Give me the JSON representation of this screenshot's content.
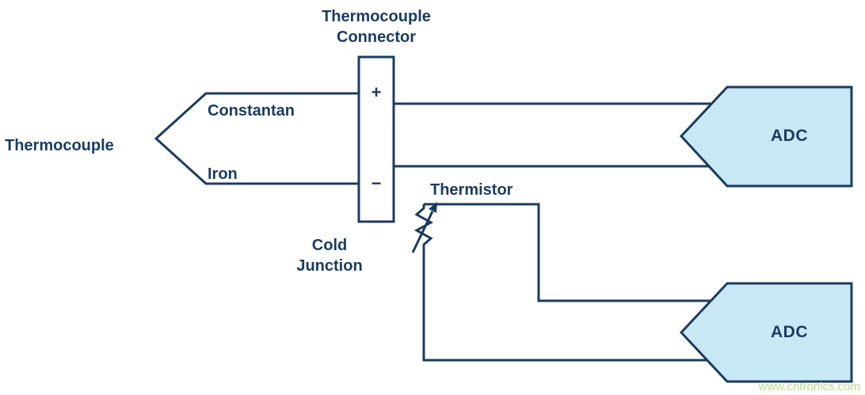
{
  "colors": {
    "line_navy": "#1b3b5f",
    "adc_fill": "#c9e8f5",
    "watermark_green": "#b9d983"
  },
  "labels": {
    "connector_title": "Thermocouple\nConnector",
    "thermocouple": "Thermocouple",
    "constantan": "Constantan",
    "iron": "Iron",
    "plus": "+",
    "minus": "−",
    "cold_junction": "Cold\nJunction",
    "thermistor": "Thermistor",
    "adc_top": "ADC",
    "adc_bottom": "ADC",
    "watermark": "www.cntronics.com"
  }
}
